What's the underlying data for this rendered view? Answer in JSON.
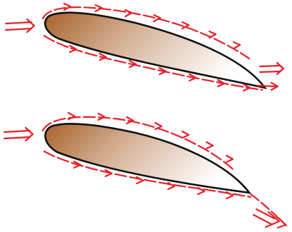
{
  "figure": {
    "colors": {
      "flow_arrows": "#e8212a",
      "airfoil_outline": "#111111",
      "airfoil_fill_leading": "#a8622b",
      "airfoil_fill_trailing": "#ffffff",
      "background": "#ffffff"
    },
    "panels": [
      {
        "id": "top",
        "flow": "attached",
        "arrow_icon": "right-arrow-icon"
      },
      {
        "id": "bottom",
        "flow": "attached",
        "arrow_icon": "right-arrow-icon"
      }
    ]
  }
}
